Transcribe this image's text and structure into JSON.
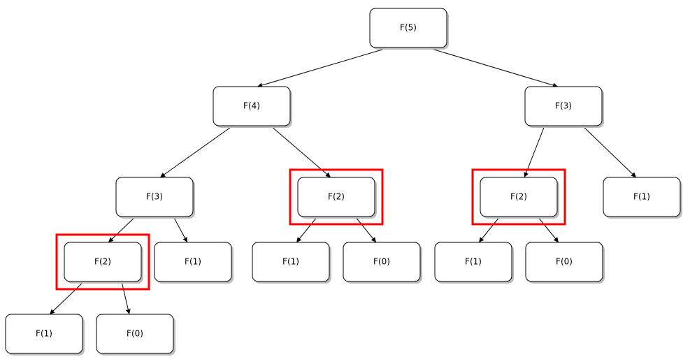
{
  "diagram": {
    "highlight_color": "#ff0000",
    "nodes": [
      {
        "id": "n5",
        "label": "F(5)"
      },
      {
        "id": "n4",
        "label": "F(4)"
      },
      {
        "id": "n3r",
        "label": "F(3)"
      },
      {
        "id": "n3l",
        "label": "F(3)"
      },
      {
        "id": "n2m",
        "label": "F(2)",
        "highlighted": true
      },
      {
        "id": "n2r",
        "label": "F(2)",
        "highlighted": true
      },
      {
        "id": "n1rr",
        "label": "F(1)"
      },
      {
        "id": "n2l",
        "label": "F(2)",
        "highlighted": true
      },
      {
        "id": "n1a",
        "label": "F(1)"
      },
      {
        "id": "n1b",
        "label": "F(1)"
      },
      {
        "id": "n0b",
        "label": "F(0)"
      },
      {
        "id": "n1c",
        "label": "F(1)"
      },
      {
        "id": "n0c",
        "label": "F(0)"
      },
      {
        "id": "n1d",
        "label": "F(1)"
      },
      {
        "id": "n0d",
        "label": "F(0)"
      }
    ],
    "edges": [
      {
        "from": "n5",
        "to": "n4"
      },
      {
        "from": "n5",
        "to": "n3r"
      },
      {
        "from": "n4",
        "to": "n3l"
      },
      {
        "from": "n4",
        "to": "n2m"
      },
      {
        "from": "n3r",
        "to": "n2r"
      },
      {
        "from": "n3r",
        "to": "n1rr"
      },
      {
        "from": "n3l",
        "to": "n2l"
      },
      {
        "from": "n3l",
        "to": "n1a"
      },
      {
        "from": "n2m",
        "to": "n1b"
      },
      {
        "from": "n2m",
        "to": "n0b"
      },
      {
        "from": "n2r",
        "to": "n1c"
      },
      {
        "from": "n2r",
        "to": "n0c"
      },
      {
        "from": "n2l",
        "to": "n1d"
      },
      {
        "from": "n2l",
        "to": "n0d"
      }
    ]
  }
}
